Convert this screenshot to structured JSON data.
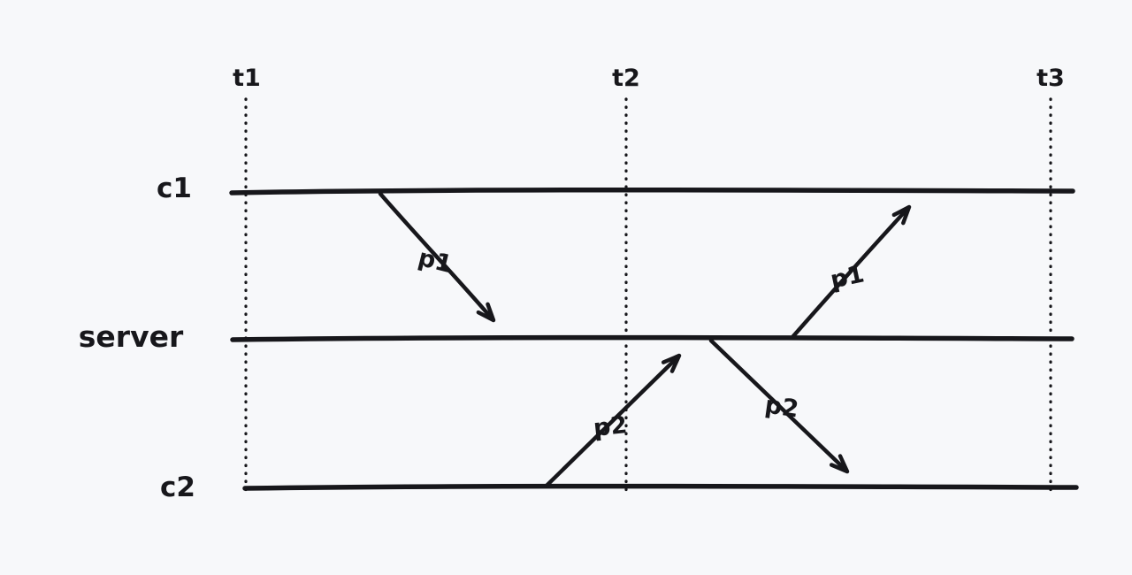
{
  "diagram": {
    "title": "client-server message sequence diagram",
    "background": "#f7f8fa",
    "ink": "#17171b",
    "time_markers": [
      {
        "label": "t1"
      },
      {
        "label": "t2"
      },
      {
        "label": "t3"
      }
    ],
    "lanes": [
      {
        "label": "c1"
      },
      {
        "label": "server"
      },
      {
        "label": "c2"
      }
    ],
    "messages": [
      {
        "label": "p1",
        "from": "c1",
        "to": "server"
      },
      {
        "label": "p2",
        "from": "c2",
        "to": "server"
      },
      {
        "label": "p2",
        "from": "server",
        "to": "c2"
      },
      {
        "label": "p1",
        "from": "server",
        "to": "c1"
      }
    ]
  }
}
